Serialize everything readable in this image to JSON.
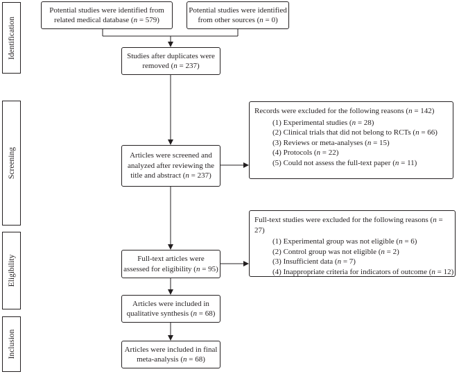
{
  "phases": {
    "identification": "Identification",
    "screening": "Screening",
    "eligibility": "Eligibility",
    "inclusion": "Inclusion"
  },
  "boxes": {
    "identified_db": {
      "line1": "Potential studies were identified from",
      "line2_pre": "related medical database (",
      "n_symbol": "n",
      "line2_post": " = 579)"
    },
    "identified_other": {
      "line1": "Potential studies were identified",
      "line2_pre": "from other sources (",
      "n_symbol": "n",
      "line2_post": " = 0)"
    },
    "after_duplicates": {
      "line1": "Studies after duplicates were",
      "line2_pre": "removed (",
      "n_symbol": "n",
      "line2_post": " = 237)"
    },
    "screened": {
      "line1": "Articles were screened and",
      "line2": "analyzed after reviewing the",
      "line3_pre": "title and abstract (",
      "n_symbol": "n",
      "line3_post": " = 237)"
    },
    "excluded_records": {
      "head_pre": "Records were excluded for the following reasons (",
      "n_symbol": "n",
      "head_post": " = 142)",
      "items": [
        {
          "pre": "(1) Experimental studies (",
          "n": "n",
          "post": " = 28)"
        },
        {
          "pre": "(2) Clinical trials that did not belong to RCTs (",
          "n": "n",
          "post": " = 66)"
        },
        {
          "pre": "(3) Reviews or meta-analyses (",
          "n": "n",
          "post": " = 15)"
        },
        {
          "pre": "(4) Protocols (",
          "n": "n",
          "post": " = 22)"
        },
        {
          "pre": "(5) Could not assess the full-text paper (",
          "n": "n",
          "post": " = 11)"
        }
      ]
    },
    "fulltext": {
      "line1": "Full-text articles were",
      "line2_pre": "assessed for eligibility (",
      "n_symbol": "n",
      "line2_post": " = 95)"
    },
    "excluded_fulltext": {
      "head_pre": "Full-text studies were excluded for the following reasons (",
      "n_symbol": "n",
      "head_post": " = 27)",
      "items": [
        {
          "pre": "(1) Experimental group was not eligible (",
          "n": "n",
          "post": " = 6)"
        },
        {
          "pre": "(2) Control group was not eligible (",
          "n": "n",
          "post": " = 2)"
        },
        {
          "pre": "(3) Insufficient data (",
          "n": "n",
          "post": " = 7)"
        },
        {
          "pre": "(4) Inappropriate criteria for indicators of outcome (",
          "n": "n",
          "post": " = 12)"
        }
      ]
    },
    "qualitative": {
      "line1": "Articles were included in",
      "line2_pre": "qualitative synthesis (",
      "n_symbol": "n",
      "line2_post": " = 68)"
    },
    "final": {
      "line1": "Articles were included in final",
      "line2_pre": "meta-analysis (",
      "n_symbol": "n",
      "line2_post": " = 68)"
    }
  }
}
